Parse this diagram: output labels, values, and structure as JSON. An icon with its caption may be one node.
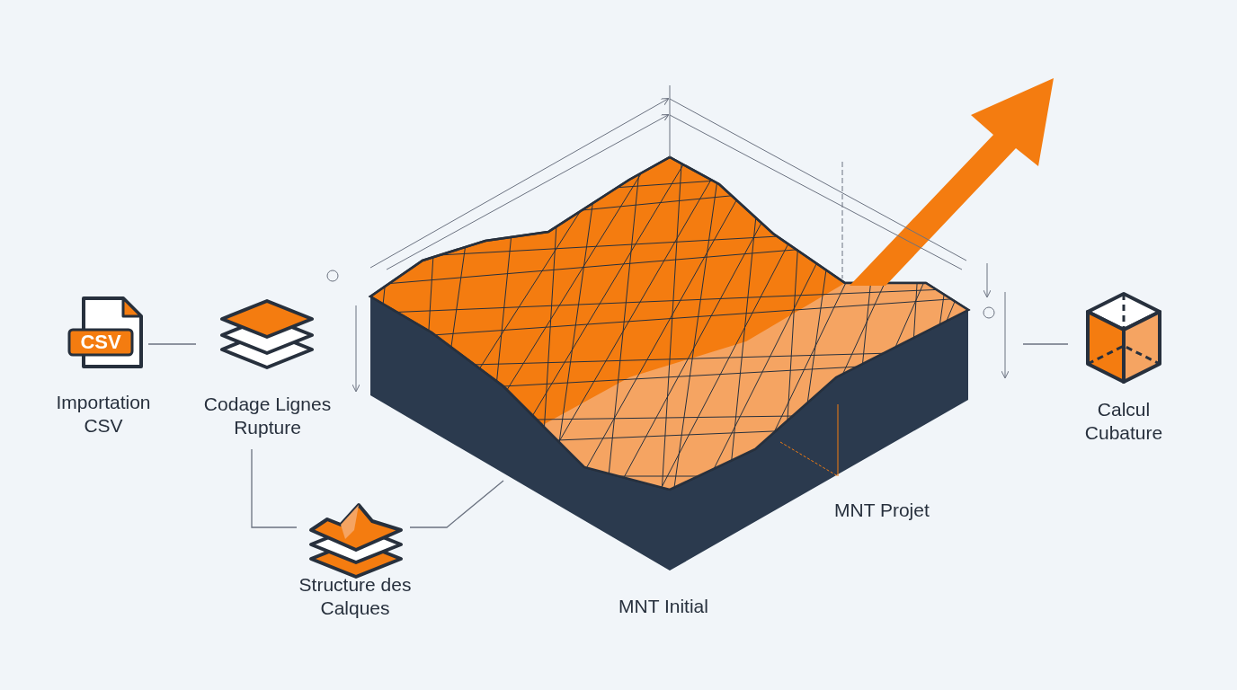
{
  "diagram": {
    "nodes": [
      {
        "text": [
          "CSV",
          "Importation CSV"
        ]
      },
      {
        "text": [
          "Codage Lignes Rupture"
        ]
      },
      {
        "text": [
          "Structure des Calques"
        ]
      },
      {
        "text": [],
        "shape": "picture",
        "beside": [
          "MNT Projet",
          "MNT Initial"
        ]
      },
      {
        "text": [
          "Calcul Cubature"
        ]
      }
    ],
    "edges": [
      {
        "from": 0,
        "to": 1,
        "arrow": "none"
      },
      {
        "from": 1,
        "to": 2,
        "arrow": "none"
      },
      {
        "from": 2,
        "to": 3,
        "arrow": "none"
      },
      {
        "from": 3,
        "to": 4,
        "arrow": "none"
      }
    ]
  }
}
